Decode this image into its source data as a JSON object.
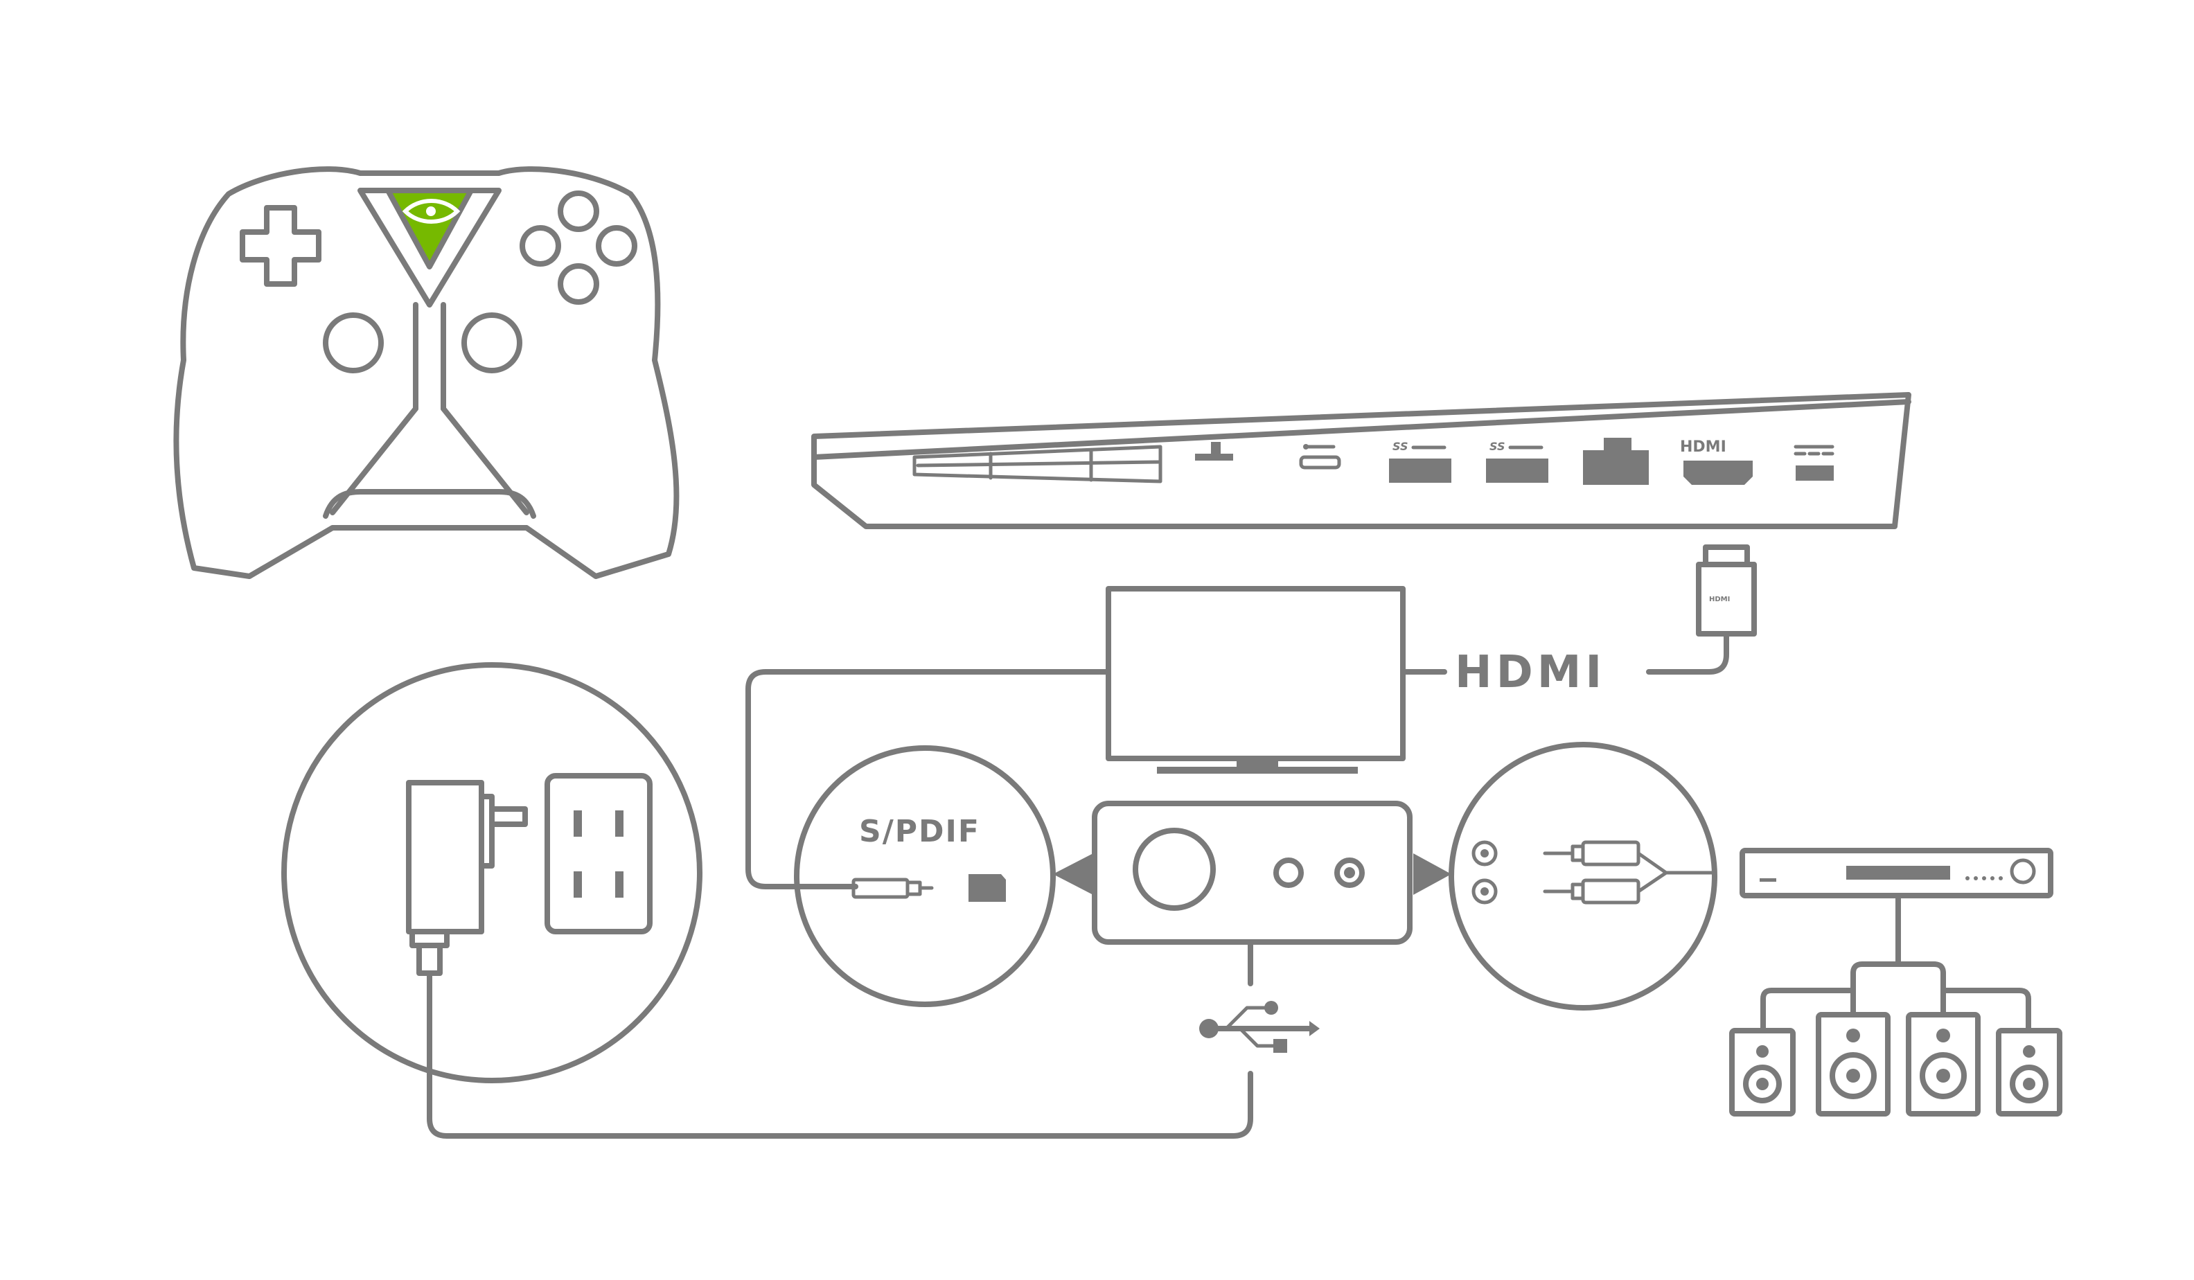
{
  "labels": {
    "hdmi_cable": "HDMI",
    "spdif": "S/PDIF",
    "port_hdmi": "HDMI",
    "port_hdmi_plug": "HDMI",
    "port_usb3_a": "SS",
    "port_usb3_b": "SS"
  },
  "colors": {
    "line": "#7a7a7a",
    "accent": "#76b900",
    "background": "#ffffff"
  },
  "icons": [
    "controller",
    "nvidia-logo-icon",
    "console",
    "power-adapter",
    "wall-outlet",
    "tv",
    "amplifier",
    "usb-icon",
    "receiver",
    "speaker"
  ]
}
